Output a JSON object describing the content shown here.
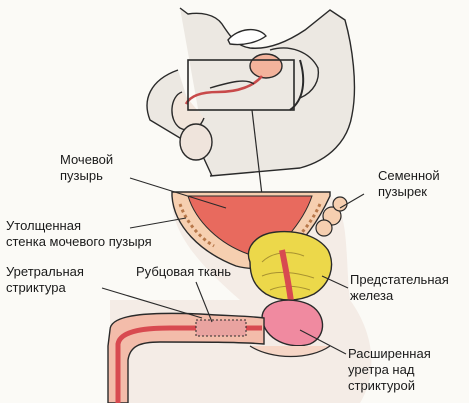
{
  "labels": {
    "bladder": [
      "Мочевой",
      "пузырь"
    ],
    "seminal_vesicle": [
      "Семенной",
      "пузырек"
    ],
    "bladder_wall": [
      "Утолщенная",
      "стенка мочевого пузыря"
    ],
    "urethral_stricture": [
      "Уретральная",
      "стриктура"
    ],
    "scar_tissue": [
      "Рубцовая ткань"
    ],
    "prostate": [
      "Предстательная",
      "железа"
    ],
    "dilated_urethra": [
      "Расширенная",
      "уретра над",
      "стриктурой"
    ]
  },
  "colors": {
    "outline": "#2a2a2a",
    "tissue_pink": "#f3c2a4",
    "bladder_red": "#e4605e",
    "prostate_yellow": "#ebd74a",
    "urethra_red": "#d94a4f",
    "skin_gray": "#e6e2dc",
    "shaft_pink": "#f0b9a6"
  }
}
